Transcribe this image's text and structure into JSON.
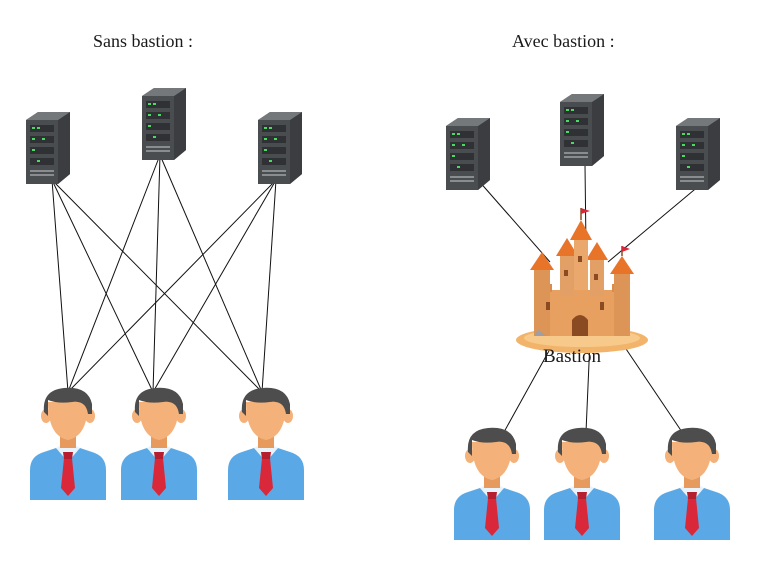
{
  "left_panel": {
    "title": "Sans bastion :"
  },
  "right_panel": {
    "title": "Avec bastion :",
    "bastion_label": "Bastion"
  },
  "colors": {
    "server": "#4a4d50",
    "server_light": "#6a6d70",
    "led_green": "#4cd964",
    "skin": "#f4b27a",
    "hair": "#4d4d4d",
    "shirt": "#5aa9e6",
    "tie": "#d8283a",
    "castle": "#e8a060",
    "roof": "#e8742a",
    "line": "#111111"
  },
  "icons": [
    "server-icon",
    "user-icon",
    "castle-icon"
  ]
}
